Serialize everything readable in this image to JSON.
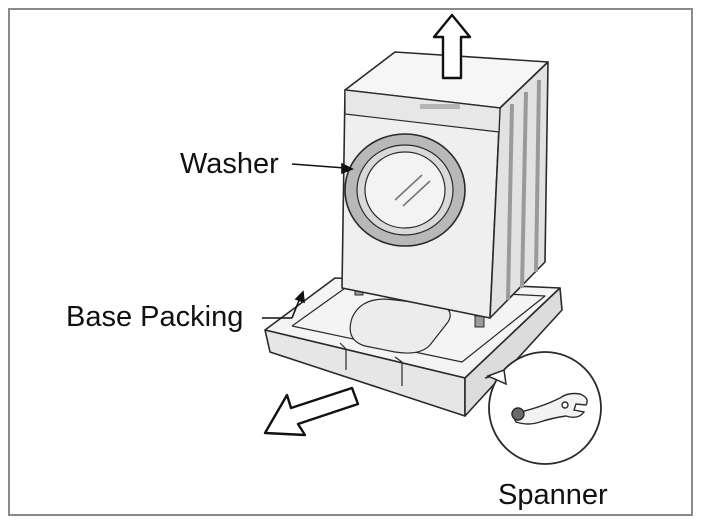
{
  "labels": {
    "washer": "Washer",
    "base_packing": "Base Packing",
    "spanner": "Spanner"
  },
  "colors": {
    "outline": "#2a2a2a",
    "frame_border": "#8a8a8a",
    "washer_body": "#efefef",
    "washer_shade": "#d8d8d8",
    "door_ring": "#b8b8b8",
    "base_top": "#f4f4f4",
    "arrow_fill": "#ffffff"
  },
  "icons": [
    "up-arrow-icon",
    "down-left-arrow-icon",
    "spanner-icon"
  ]
}
